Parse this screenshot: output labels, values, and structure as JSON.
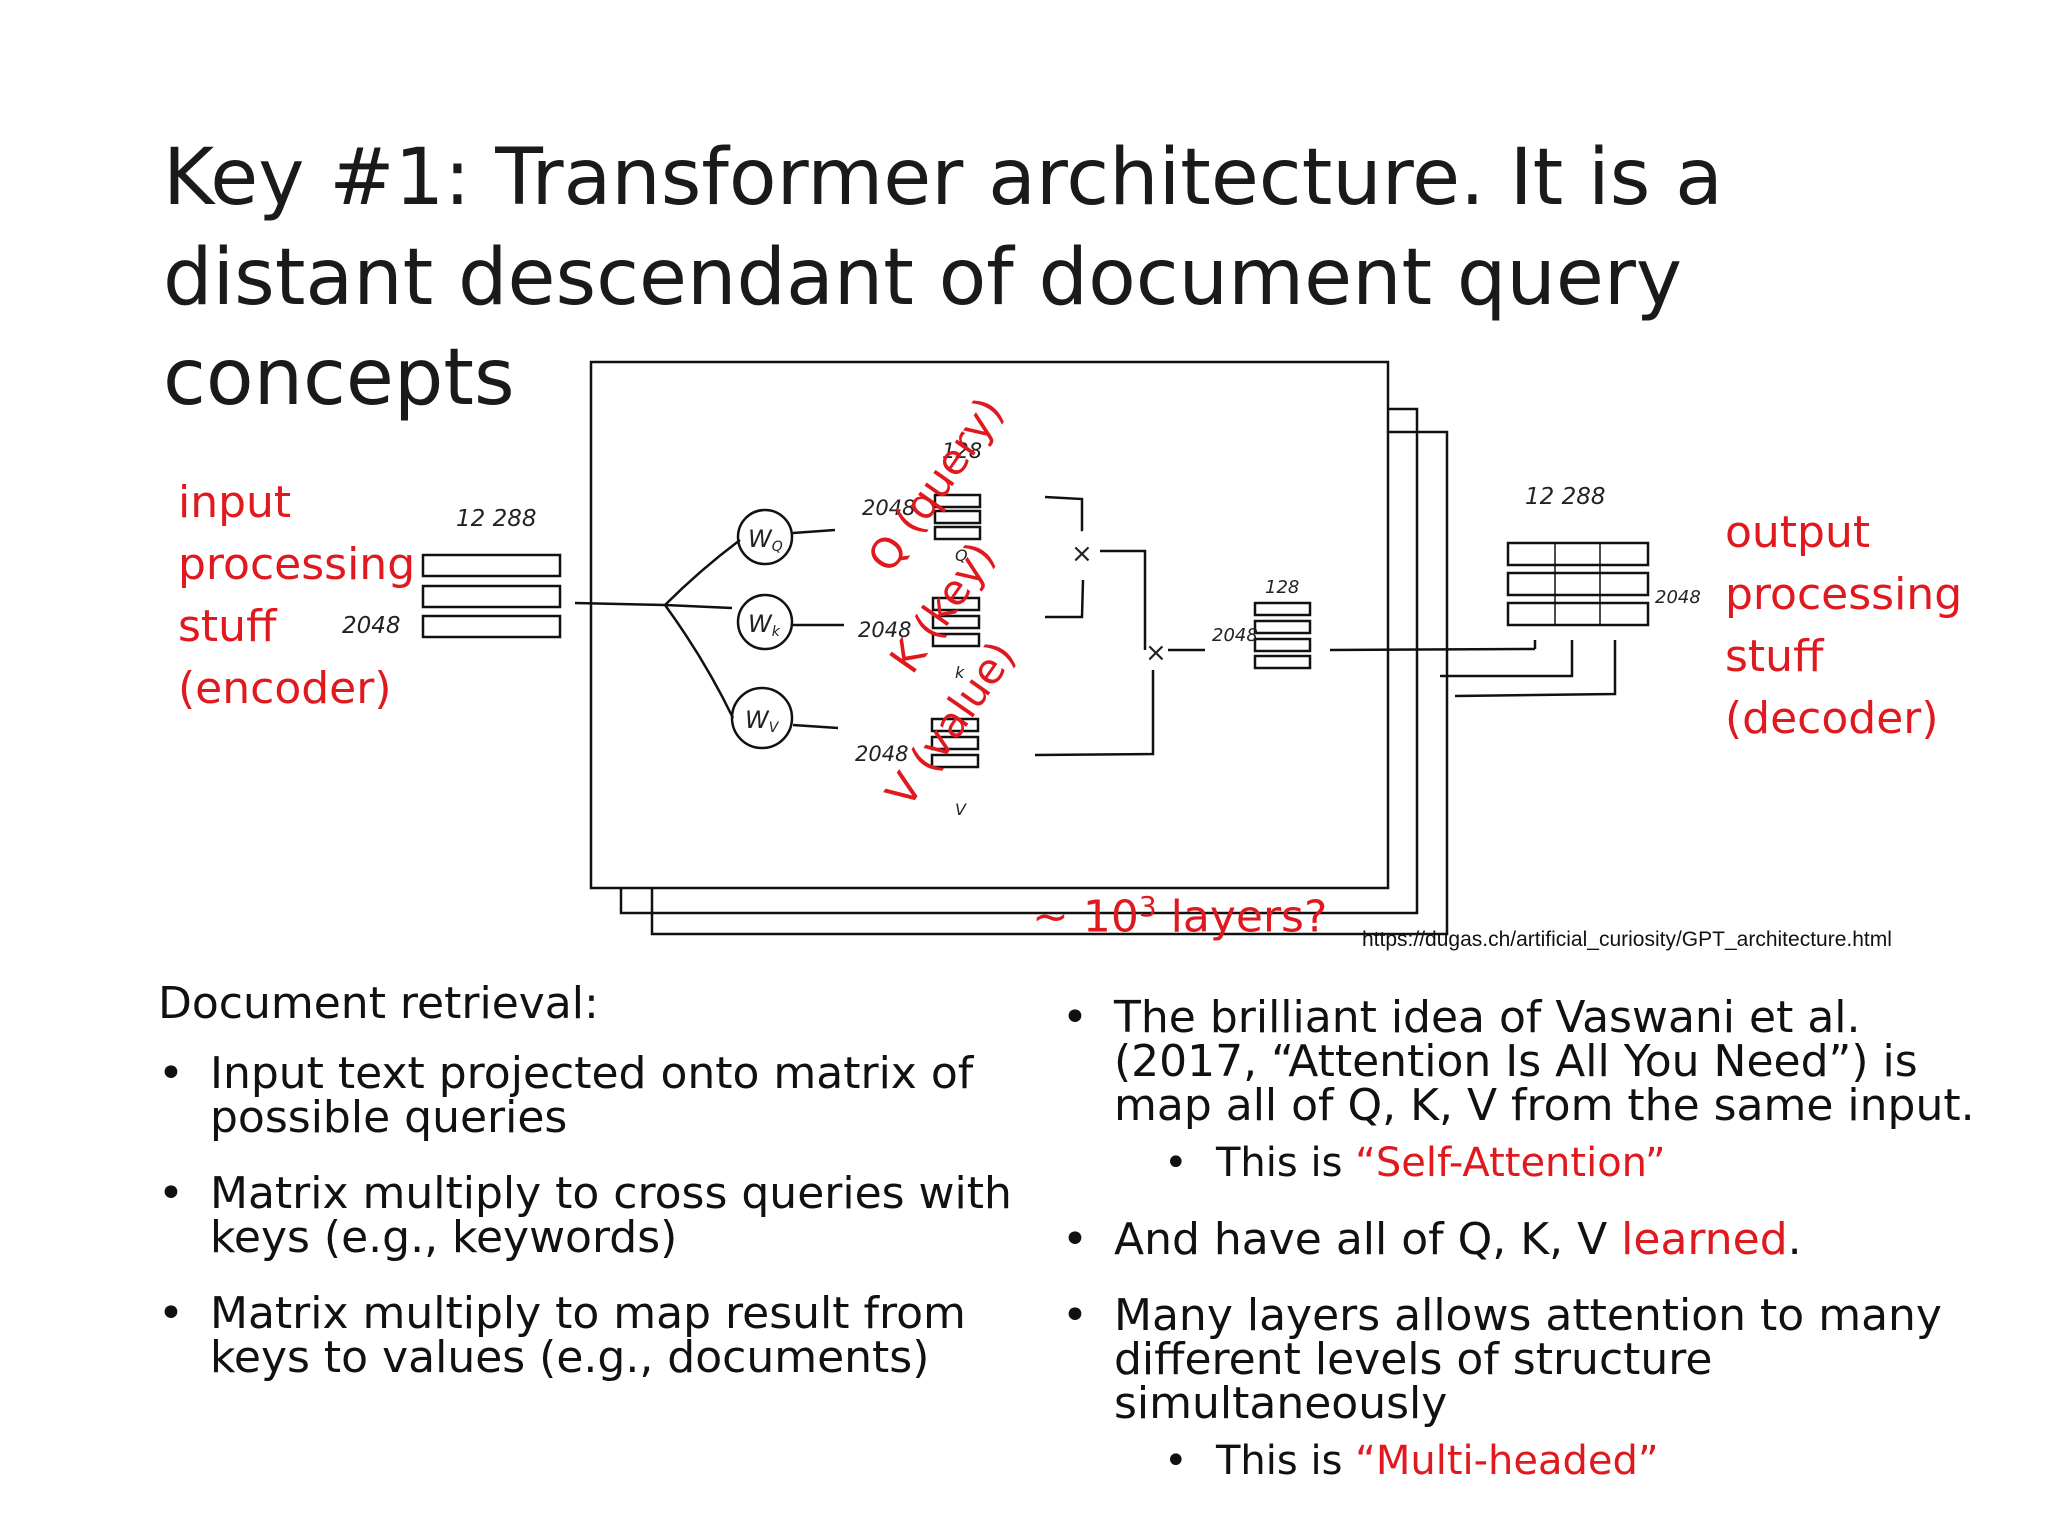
{
  "title": "Key #1: Transformer architecture. It is a distant descendant of document query concepts",
  "diagram": {
    "input_dim_top": "12 288",
    "input_dim_side": "2048",
    "weights": {
      "q": "W",
      "q_sub": "Q",
      "k": "W",
      "k_sub": "k",
      "v": "W",
      "v_sub": "V"
    },
    "dims": {
      "q_top": "128",
      "q_side": "2048",
      "k_side": "2048",
      "v_side": "2048",
      "attn_top": "128",
      "attn_side": "2048",
      "out_top": "12 288",
      "out_side": "2048"
    },
    "matrix_letters": {
      "q": "Q",
      "k": "k",
      "v": "V"
    },
    "multiply_sign": "×",
    "q_label": "Q (query)",
    "k_label": "K (key)",
    "v_label": "V (value)"
  },
  "input_label": [
    "input",
    "processing",
    "stuff",
    "(encoder)"
  ],
  "output_label": [
    "output",
    "processing",
    "stuff",
    "(decoder)"
  ],
  "layers_note": {
    "prefix": "~ 10",
    "exponent": "3",
    "suffix": " layers?"
  },
  "source_url": "https://dugas.ch/artificial_curiosity/GPT_architecture.html",
  "left_column": {
    "heading": "Document retrieval:",
    "bullets": [
      "Input text projected onto matrix of possible queries",
      "Matrix multiply to cross queries with keys (e.g., keywords)",
      "Matrix multiply to map result from keys to values (e.g., documents)"
    ]
  },
  "right_column": {
    "b1": "The brilliant idea of Vaswani et al. (2017, “Attention Is All You Need”) is map all of Q, K, V from the same input.",
    "b1_sub_prefix": "This is ",
    "b1_sub_red": "“Self-Attention”",
    "b2_prefix": "And have all of Q, K, V ",
    "b2_red": "learned",
    "b2_suffix": ".",
    "b3": "Many layers allows attention to many different levels of structure simultaneously",
    "b3_sub_prefix": "This is ",
    "b3_sub_red": "“Multi-headed”"
  },
  "colors": {
    "accent_red": "#e0191f",
    "text": "#111111"
  }
}
